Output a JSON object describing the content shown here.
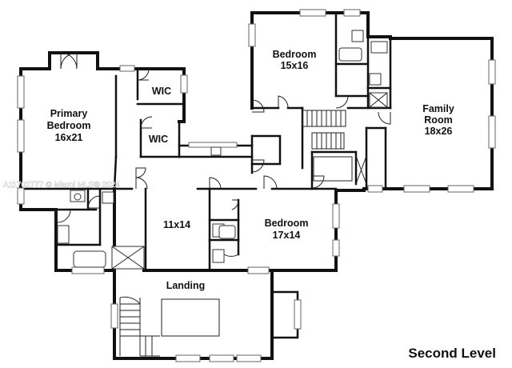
{
  "plan": {
    "level_label": "Second Level",
    "watermark": "A11702777 © Miami MLS® 2024",
    "rooms": {
      "primary_bedroom": {
        "name": "Primary Bedroom",
        "line1": "Primary",
        "line2": "Bedroom",
        "size": "16x21"
      },
      "wic_upper": {
        "name": "WIC"
      },
      "wic_lower": {
        "name": "WIC"
      },
      "bedroom_top": {
        "name": "Bedroom",
        "size": "15x16"
      },
      "family_room": {
        "name": "Family Room",
        "line1": "Family",
        "line2": "Room",
        "size": "18x26"
      },
      "hall": {
        "size": "11x14"
      },
      "bedroom_right": {
        "name": "Bedroom",
        "size": "17x14"
      },
      "landing": {
        "name": "Landing"
      }
    }
  }
}
